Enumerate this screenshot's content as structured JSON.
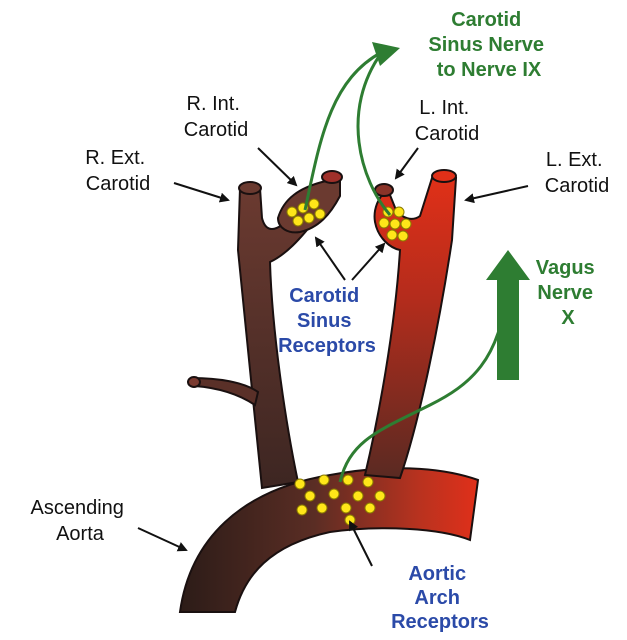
{
  "labels": {
    "carotid_sinus_nerve": [
      "Carotid",
      "Sinus Nerve",
      "to Nerve IX"
    ],
    "r_int_carotid": [
      "R. Int.",
      "Carotid"
    ],
    "l_int_carotid": [
      "L. Int.",
      "Carotid"
    ],
    "r_ext_carotid": [
      "R. Ext.",
      "Carotid"
    ],
    "l_ext_carotid": [
      "L. Ext.",
      "Carotid"
    ],
    "vagus_nerve": [
      "Vagus",
      "Nerve",
      "X"
    ],
    "carotid_sinus_receptors": [
      "Carotid",
      "Sinus",
      "Receptors"
    ],
    "ascending_aorta": [
      "Ascending",
      "Aorta"
    ],
    "aortic_arch_receptors": [
      "Aortic",
      "Arch",
      "Receptors"
    ]
  },
  "colors": {
    "nerve_green": "#2e7d32",
    "receptor_blue": "#2b4aa8",
    "vessel_dark": "#4a2a25",
    "vessel_red": "#d42a1a",
    "receptor_yellow": "#ffe619"
  }
}
